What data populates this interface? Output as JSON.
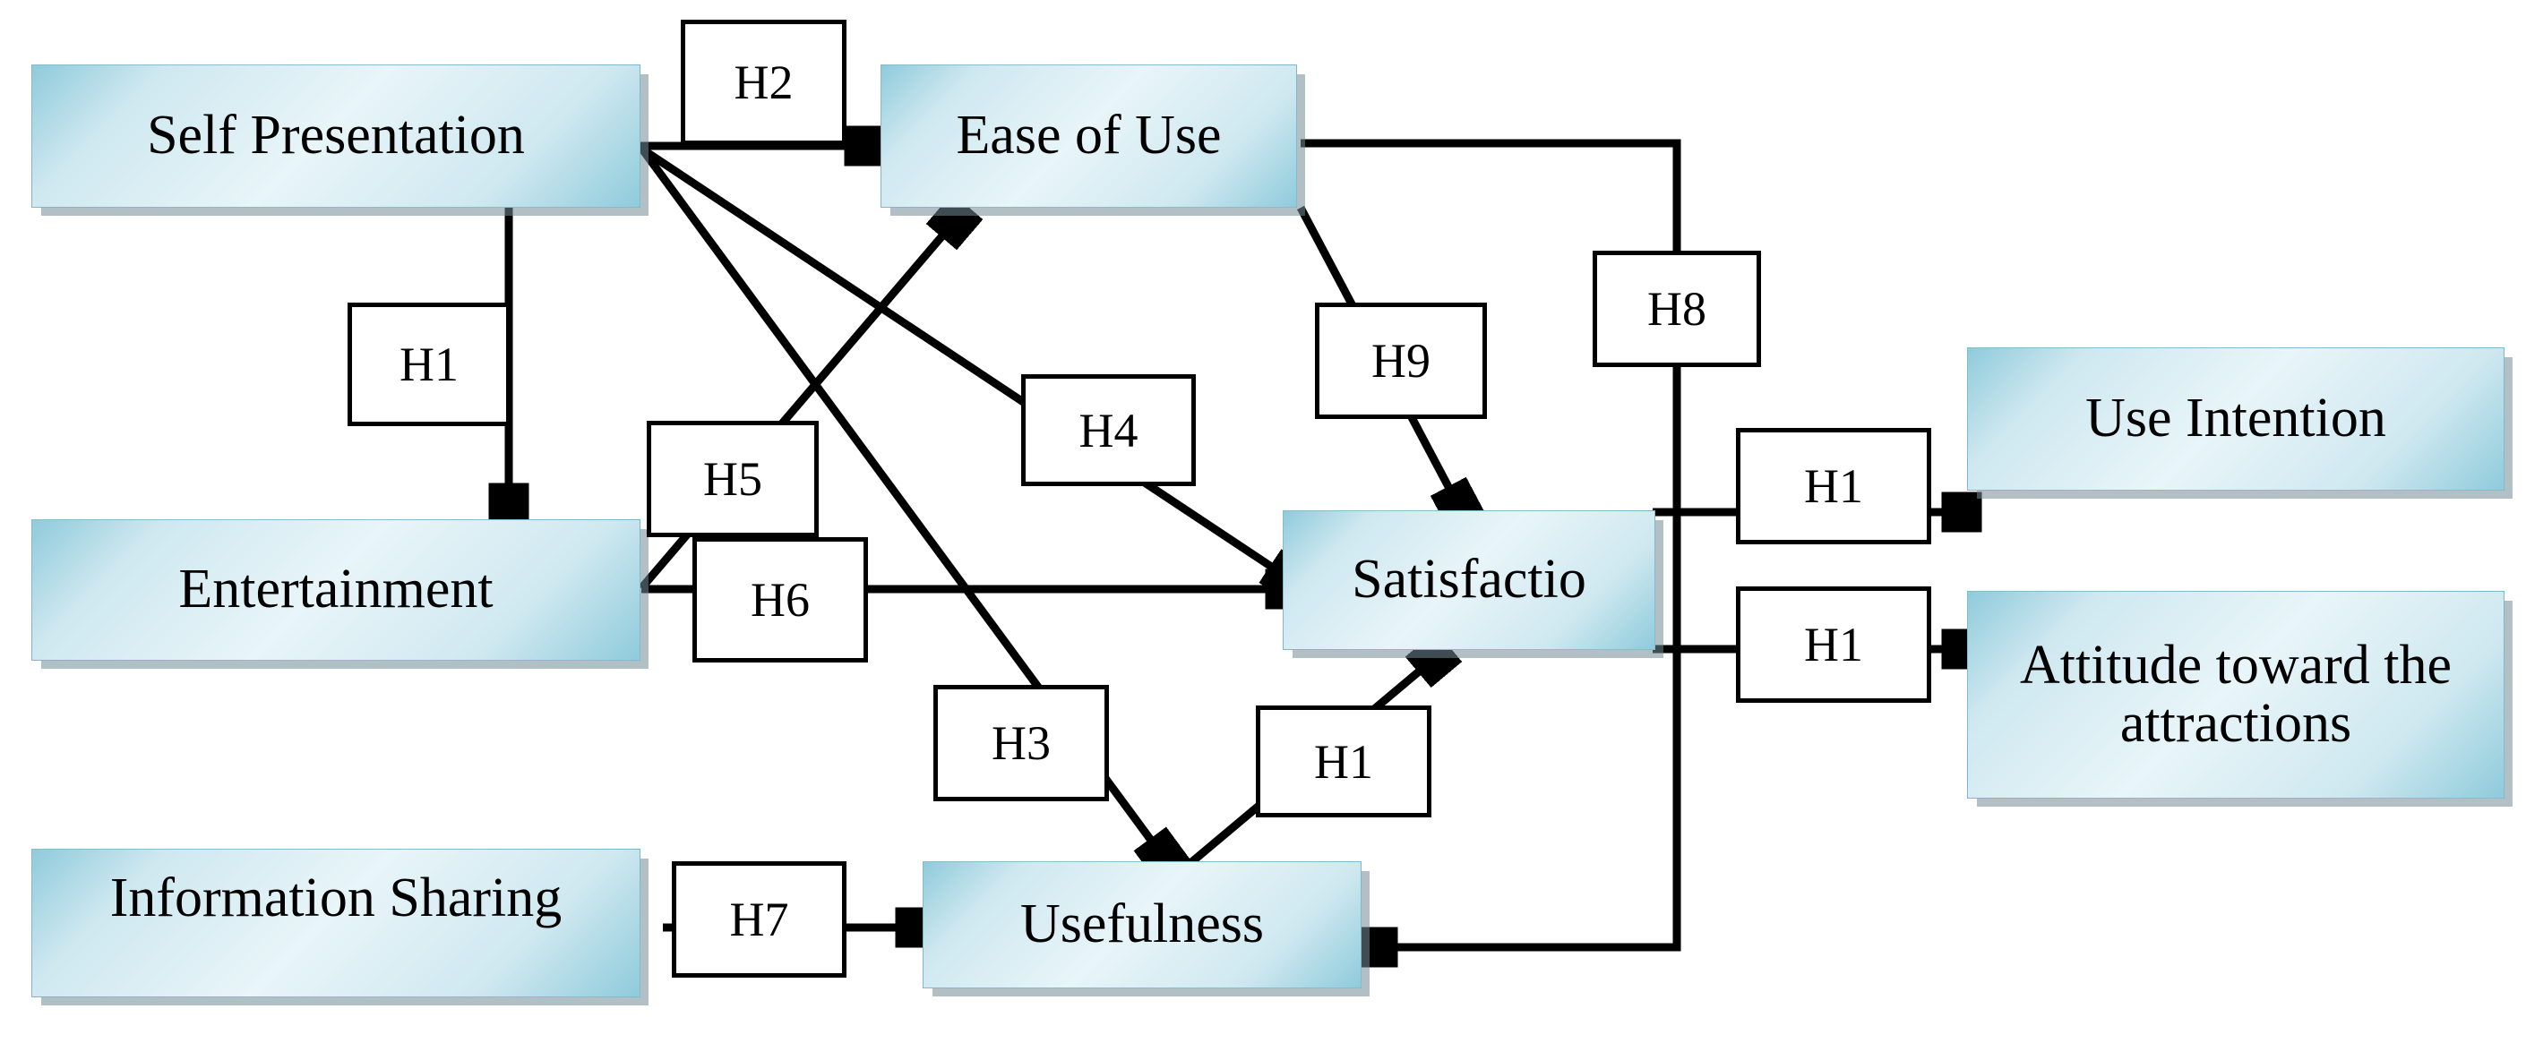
{
  "diagram": {
    "title": "Research model hypotheses diagram",
    "accent_color": "#8fcbdb",
    "node_fill_light": "#e8f5f9",
    "node_fill_dark": "#8fcbdb",
    "edge_color": "#000000",
    "background": "#ffffff"
  },
  "constructs": [
    {
      "id": "self-presentation",
      "label": "Self Presentation"
    },
    {
      "id": "entertainment",
      "label": "Entertainment"
    },
    {
      "id": "information-sharing",
      "label": "Information Sharing"
    },
    {
      "id": "ease-of-use",
      "label": "Ease of Use"
    },
    {
      "id": "satisfaction",
      "label": "Satisfactio"
    },
    {
      "id": "usefulness",
      "label": "Usefulness"
    },
    {
      "id": "use-intention",
      "label": "Use Intention"
    },
    {
      "id": "attitude",
      "label": "Attitude toward the attractions"
    }
  ],
  "hypotheses": [
    {
      "id": "h2",
      "label": "H2",
      "from": "self-presentation",
      "to": "ease-of-use"
    },
    {
      "id": "h1-ent",
      "label": "H1",
      "from": "self-presentation",
      "to": "entertainment"
    },
    {
      "id": "h5",
      "label": "H5",
      "from": "entertainment",
      "to": "ease-of-use"
    },
    {
      "id": "h6",
      "label": "H6",
      "from": "entertainment",
      "to": "satisfaction"
    },
    {
      "id": "h4",
      "label": "H4",
      "from": "self-presentation",
      "to": "satisfaction"
    },
    {
      "id": "h3",
      "label": "H3",
      "from": "self-presentation",
      "to": "usefulness"
    },
    {
      "id": "h7",
      "label": "H7",
      "from": "information-sharing",
      "to": "usefulness"
    },
    {
      "id": "h1-useful-sat",
      "label": "H1",
      "from": "usefulness",
      "to": "satisfaction"
    },
    {
      "id": "h9",
      "label": "H9",
      "from": "ease-of-use",
      "to": "satisfaction"
    },
    {
      "id": "h8",
      "label": "H8",
      "from": "ease-of-use",
      "to": "usefulness"
    },
    {
      "id": "h1-use-intent",
      "label": "H1",
      "from": "satisfaction",
      "to": "use-intention"
    },
    {
      "id": "h1-attitude",
      "label": "H1",
      "from": "satisfaction",
      "to": "attitude"
    }
  ]
}
